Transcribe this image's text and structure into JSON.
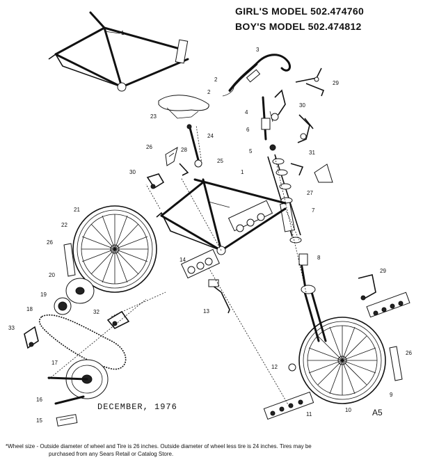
{
  "header": {
    "girls_model": "GIRL'S MODEL 502.474760",
    "boys_model": "BOY'S MODEL 502.474812"
  },
  "date_stamp": "DECEMBER, 1976",
  "page_code": "A5",
  "footnote": {
    "line1": "*Wheel size - Outside diameter of wheel and Tire is 26 inches. Outside diameter of wheel less tire is 24 inches. Tires may be",
    "line2": "purchased from any Sears Retail or Catalog Store."
  },
  "callouts": [
    "1",
    "1",
    "2",
    "2",
    "3",
    "4",
    "5",
    "6",
    "7",
    "8",
    "9",
    "10",
    "11",
    "12",
    "13",
    "14",
    "15",
    "16",
    "17",
    "18",
    "19",
    "20",
    "21",
    "22",
    "23",
    "24",
    "25",
    "26",
    "26",
    "26",
    "27",
    "28",
    "29",
    "29",
    "30",
    "30",
    "31",
    "32",
    "33"
  ]
}
